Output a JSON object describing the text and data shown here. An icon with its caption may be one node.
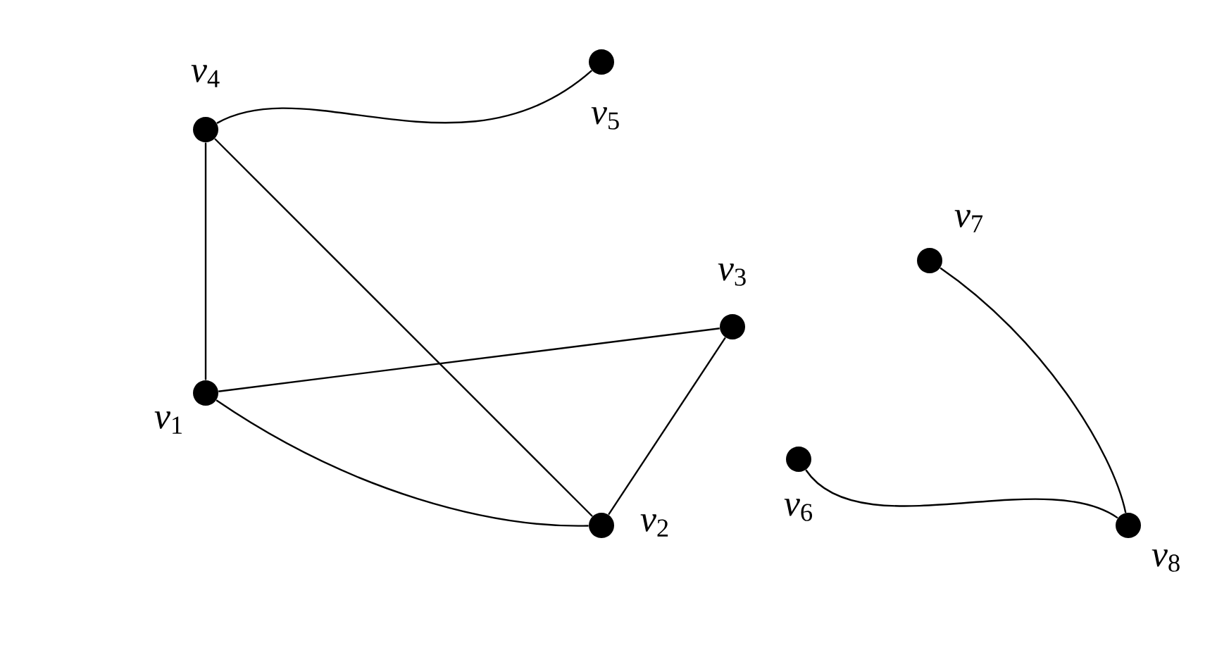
{
  "diagram": {
    "nodes": [
      {
        "text": [],
        "shape": "circle",
        "beside": [
          "*v*$_{1}$"
        ]
      },
      {
        "text": [],
        "shape": "circle",
        "beside": [
          "*v*$_{2}$"
        ]
      },
      {
        "text": [],
        "shape": "circle",
        "beside": [
          "*v*$_{3}$"
        ]
      },
      {
        "text": [],
        "shape": "circle",
        "beside": [
          "*v*$_{4}$"
        ]
      },
      {
        "text": [],
        "shape": "circle",
        "beside": [
          "*v*$_{5}$"
        ]
      },
      {
        "text": [],
        "shape": "circle",
        "beside": [
          "*v*$_{6}$"
        ]
      },
      {
        "text": [],
        "shape": "circle",
        "beside": [
          "*v*$_{7}$"
        ]
      },
      {
        "text": [],
        "shape": "circle",
        "beside": [
          "*v*$_{8}$"
        ]
      }
    ],
    "edges": [
      {
        "from": 3,
        "to": 0,
        "arrow": "none"
      },
      {
        "from": 3,
        "to": 1,
        "arrow": "none"
      },
      {
        "from": 3,
        "to": 4,
        "arrow": "none"
      },
      {
        "from": 0,
        "to": 2,
        "arrow": "none"
      },
      {
        "from": 0,
        "to": 1,
        "arrow": "none"
      },
      {
        "from": 2,
        "to": 1,
        "arrow": "none"
      },
      {
        "from": 6,
        "to": 7,
        "arrow": "none"
      },
      {
        "from": 5,
        "to": 7,
        "arrow": "none"
      }
    ]
  }
}
